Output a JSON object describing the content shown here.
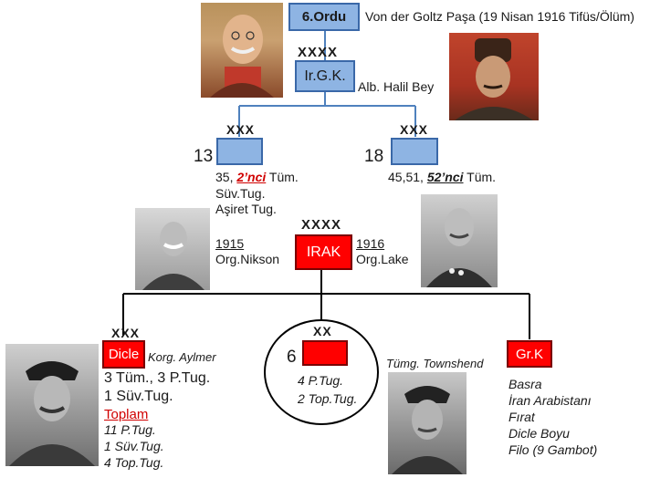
{
  "top": {
    "army_box": "6.Ordu",
    "army_commander": "Von der Goltz Paşa (19 Nisan 1916 Tifüs/Ölüm)",
    "army_echelon": "XXXX",
    "group_box": "Ir.G.K.",
    "group_commander": "Alb. Halil Bey"
  },
  "corps13": {
    "echelon": "XXX",
    "number": "13",
    "line1_a": "35, ",
    "line1_red": "2’nci",
    "line1_b": " Tüm.",
    "line2": "Süv.Tug.",
    "line3": "Aşiret Tug."
  },
  "corps18": {
    "echelon": "XXX",
    "number": "18",
    "line1_a": "45,51, ",
    "line1_u": "52’nci",
    "line1_b": " Tüm."
  },
  "irak": {
    "echelon": "XXXX",
    "box": "IRAK",
    "left_year": "1915",
    "left_cmd": "Org.Nikson",
    "right_year": "1916",
    "right_cmd": "Org.Lake"
  },
  "dicle": {
    "echelon": "XXX",
    "box": "Dicle",
    "commander": "Korg. Aylmer",
    "line1": "3 Tüm., 3 P.Tug.",
    "line2": "1 Süv.Tug.",
    "total_label": "Toplam",
    "t1": "11 P.Tug.",
    "t2": "1 Süv.Tug.",
    "t3": "4 Top.Tug."
  },
  "div6": {
    "echelon": "XX",
    "number": "6",
    "commander": "Tümg. Townshend",
    "line1": "4 P.Tug.",
    "line2": "2 Top.Tug."
  },
  "grk": {
    "box": "Gr.K",
    "items": [
      "Basra",
      "İran Arabistanı",
      "Fırat",
      "Dicle Boyu",
      "Filo (9 Gambot)"
    ]
  },
  "colors": {
    "blue_box": "#8eb4e3",
    "red_box": "#ff0000",
    "line_blue": "#4f81bd"
  }
}
